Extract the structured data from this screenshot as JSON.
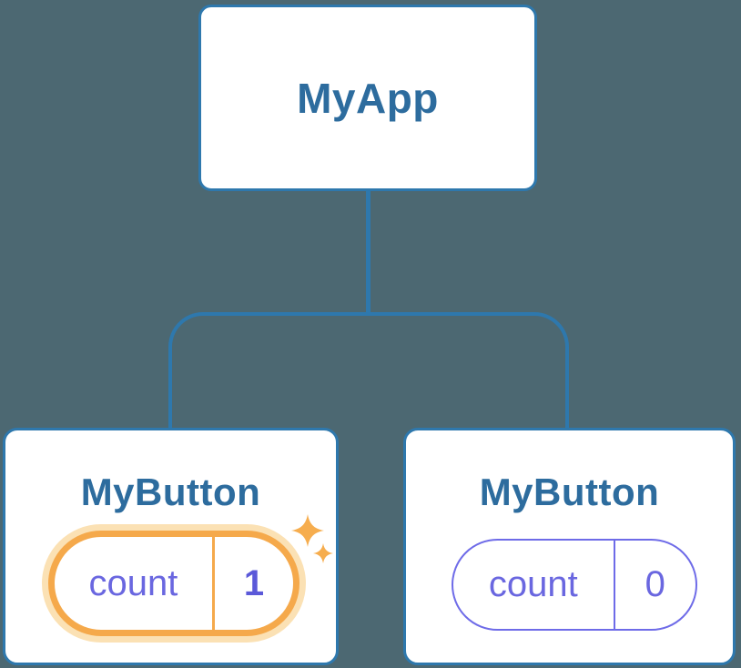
{
  "tree": {
    "root": {
      "label": "MyApp"
    },
    "children": [
      {
        "label": "MyButton",
        "state": {
          "key": "count",
          "value": "1"
        },
        "highlighted": true,
        "icon": "sparkles-icon"
      },
      {
        "label": "MyButton",
        "state": {
          "key": "count",
          "value": "0"
        },
        "highlighted": false
      }
    ]
  },
  "colors": {
    "background": "#4C6872",
    "connector_blue": "#2E78AD",
    "heading_blue": "#2D6C9E",
    "state_key_purple": "#6A67E0",
    "state_value_purple": "#5B59D9",
    "highlight_orange": "#F5A94B",
    "highlight_halo": "#FBE1B4",
    "sparkle_orange": "#F6AD4E"
  }
}
